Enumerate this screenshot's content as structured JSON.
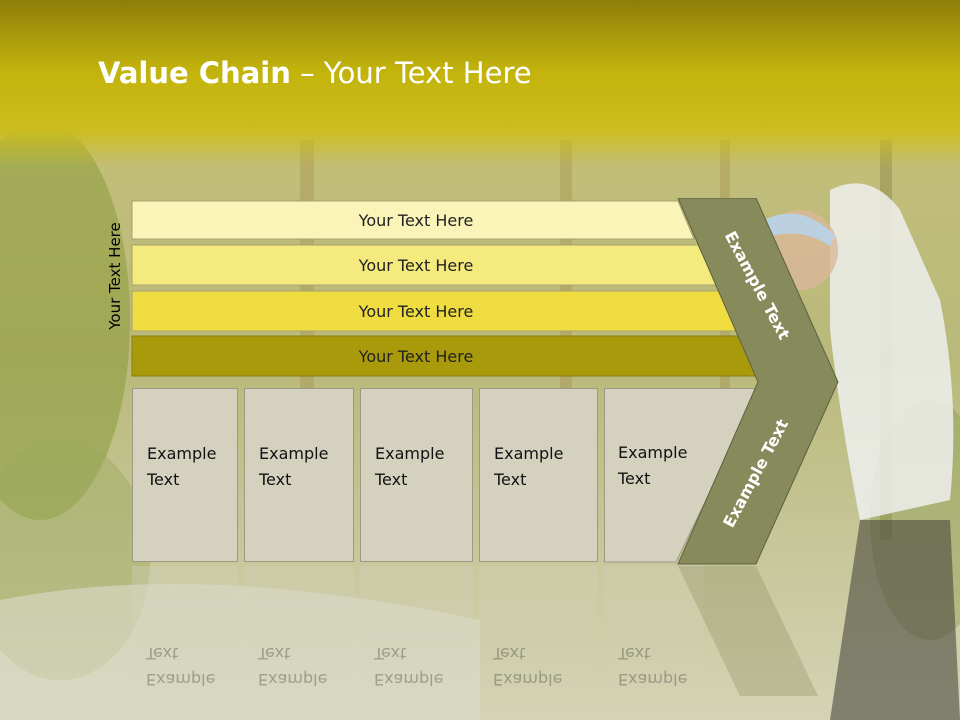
{
  "slide": {
    "title_bold": "Value Chain",
    "title_rest": " – Your Text Here",
    "side_label": "Your Text Here"
  },
  "bands": [
    {
      "label": "Your Text Here",
      "color": "#faf4b8"
    },
    {
      "label": "Your Text Here",
      "color": "#f4ea7e"
    },
    {
      "label": "Your Text Here",
      "color": "#efdc40"
    },
    {
      "label": "Your Text Here",
      "color": "#a89a0a"
    }
  ],
  "boxes": [
    {
      "label": "Example\nText"
    },
    {
      "label": "Example\nText"
    },
    {
      "label": "Example\nText"
    },
    {
      "label": "Example\nText"
    },
    {
      "label": "Example\nText"
    }
  ],
  "chevron": {
    "upper_text": "Example Text",
    "lower_text": "Example Text",
    "color": "#878a5a"
  },
  "colors": {
    "header": "#c2b30c",
    "box": "#d4d2bf"
  }
}
